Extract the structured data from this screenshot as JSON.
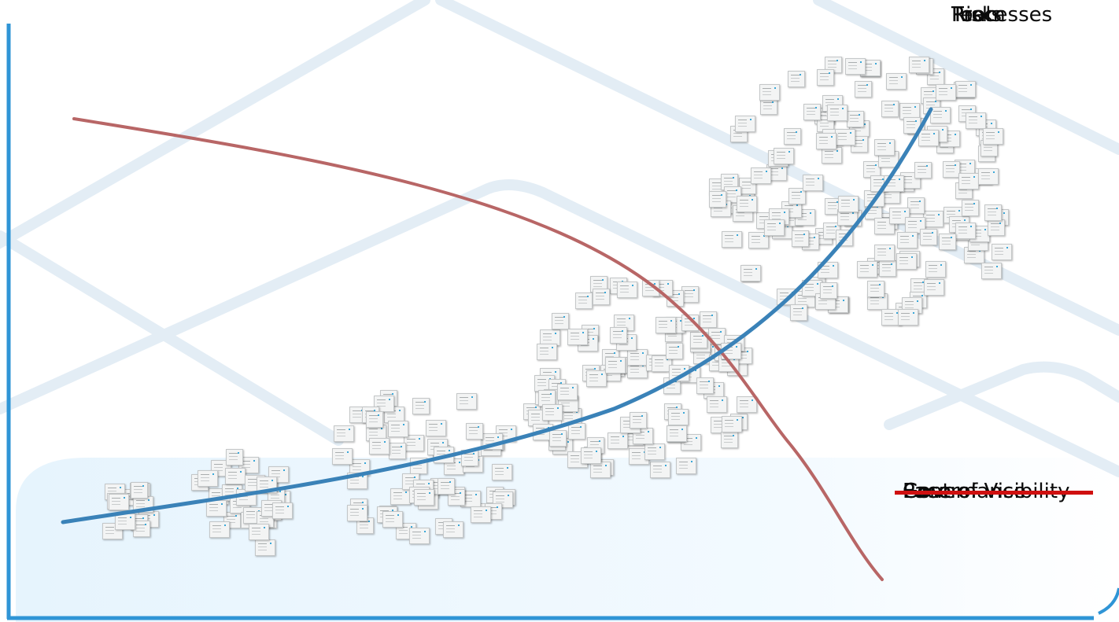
{
  "diagram": {
    "growth_labels": [
      "Team",
      "Tools",
      "Processes",
      "Risk"
    ],
    "struck_labels": [
      "Ease of Visibility",
      "Control",
      "Governance",
      "Pace"
    ],
    "colors": {
      "axis": "#2f95d6",
      "growth_curve": "#3a82b8",
      "decline_curve": "#b86666",
      "strike": "#cf1010",
      "background_lines": "#dde9f3"
    },
    "clusters": [
      {
        "name": "cluster-1",
        "tile_count": 12
      },
      {
        "name": "cluster-2",
        "tile_count": 28
      },
      {
        "name": "cluster-3",
        "tile_count": 60
      },
      {
        "name": "cluster-4",
        "tile_count": 95
      },
      {
        "name": "cluster-5",
        "tile_count": 150
      }
    ]
  }
}
